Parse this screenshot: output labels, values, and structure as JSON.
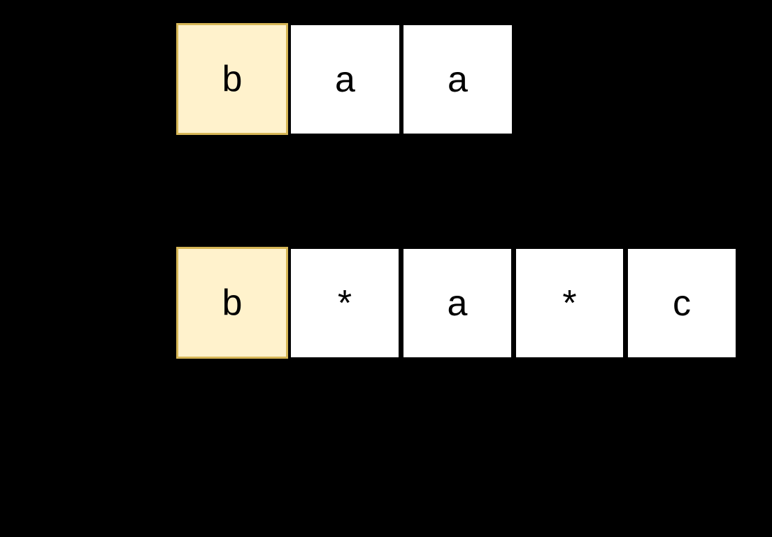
{
  "diagram": {
    "rows": [
      {
        "cells": [
          {
            "label": "b",
            "highlighted": true
          },
          {
            "label": "a",
            "highlighted": false
          },
          {
            "label": "a",
            "highlighted": false
          }
        ]
      },
      {
        "cells": [
          {
            "label": "b",
            "highlighted": true
          },
          {
            "label": "*",
            "highlighted": false
          },
          {
            "label": "a",
            "highlighted": false
          },
          {
            "label": "*",
            "highlighted": false
          },
          {
            "label": "c",
            "highlighted": false
          }
        ]
      }
    ],
    "colors": {
      "background": "#000000",
      "cell_fill": "#ffffff",
      "highlight_fill": "#fff2cc",
      "highlight_border": "#d6b656",
      "text": "#000000"
    }
  }
}
